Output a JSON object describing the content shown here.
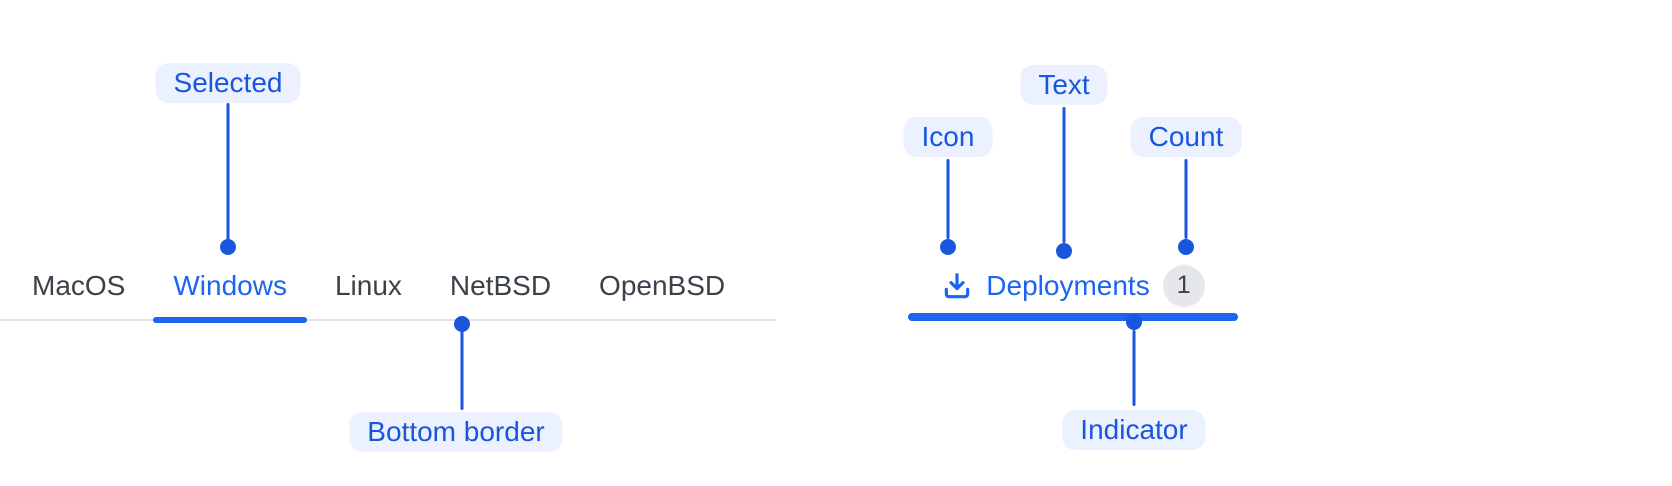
{
  "figure": {
    "left_example": {
      "annotations": {
        "selected_label": "Selected",
        "bottom_border_label": "Bottom border"
      },
      "tabs": [
        {
          "label": "MacOS",
          "state": "default"
        },
        {
          "label": "Windows",
          "state": "selected"
        },
        {
          "label": "Linux",
          "state": "default"
        },
        {
          "label": "NetBSD",
          "state": "default"
        },
        {
          "label": "OpenBSD",
          "state": "default"
        }
      ]
    },
    "right_example": {
      "annotations": {
        "icon_label": "Icon",
        "text_label": "Text",
        "count_label": "Count",
        "indicator_label": "Indicator"
      },
      "tab": {
        "icon": "download-icon",
        "label": "Deployments",
        "count": "1"
      }
    },
    "colors": {
      "active_blue": "#1C64F2",
      "annotation_blue": "#1A56DB",
      "annotation_badge_bg": "#EBF1FE",
      "tab_text": "#3B424A",
      "count_badge_bg": "#E5E7EB",
      "count_badge_text": "#3B424A",
      "tabbar_border": "#E1E3E6",
      "background": "#FFFFFF"
    }
  }
}
